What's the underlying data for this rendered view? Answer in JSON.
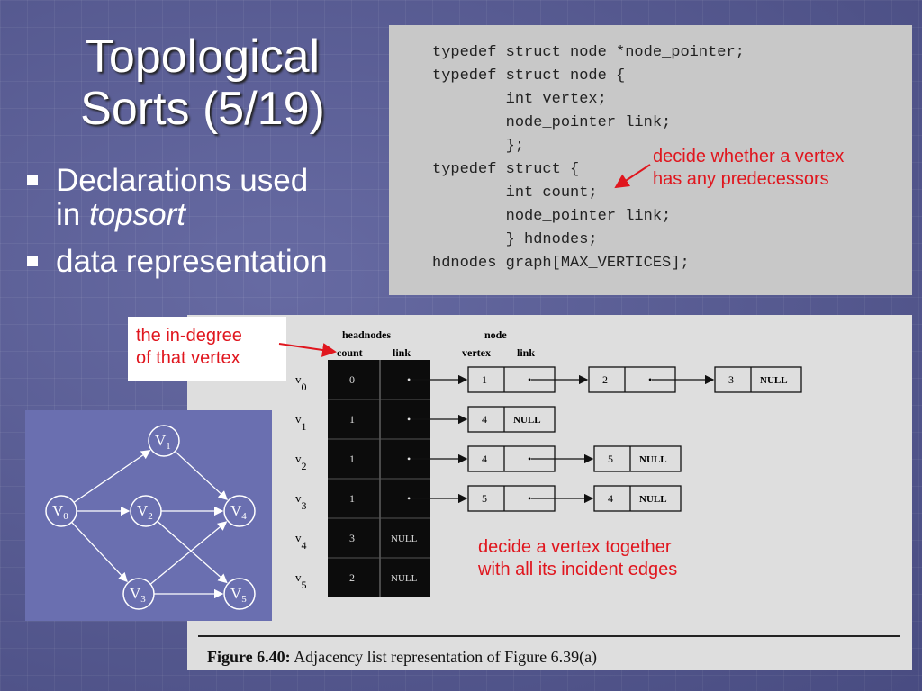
{
  "title": [
    "Topological",
    "Sorts (5/19)"
  ],
  "bullets": {
    "b1_line1": "Declarations used",
    "b1_line2_prefix": "in ",
    "b1_line2_em": "topsort",
    "b2": "data representation"
  },
  "code_lines": [
    "typedef struct node *node_pointer;",
    "typedef struct node {",
    "        int vertex;",
    "        node_pointer link;",
    "        };",
    "typedef struct {",
    "        int count;",
    "        node_pointer link;",
    "        } hdnodes;",
    "hdnodes graph[MAX_VERTICES];"
  ],
  "annotations": {
    "predecessors": [
      "decide whether a vertex",
      "has any predecessors"
    ],
    "in_degree": [
      "the in-degree",
      "of that vertex"
    ],
    "vertex_edges": [
      "decide a vertex together",
      "with all its incident edges"
    ]
  },
  "figure": {
    "headnodes_label": "headnodes",
    "node_label": "node",
    "count_label": "count",
    "link_label": "link",
    "vertex_label": "vertex",
    "caption_bold": "Figure 6.40:",
    "caption_rest": " Adjacency list representation of Figure 6.39(a)",
    "null_text": "NULL",
    "rows": [
      {
        "v": "v",
        "sub": "0",
        "count": "0",
        "link": "•",
        "nodes": [
          {
            "vertex": "1",
            "link": "•"
          },
          {
            "vertex": "2",
            "link": "•"
          },
          {
            "vertex": "3",
            "link": "NULL"
          }
        ]
      },
      {
        "v": "v",
        "sub": "1",
        "count": "1",
        "link": "•",
        "nodes": [
          {
            "vertex": "4",
            "link": "NULL"
          }
        ]
      },
      {
        "v": "v",
        "sub": "2",
        "count": "1",
        "link": "•",
        "nodes": [
          {
            "vertex": "4",
            "link": "•"
          },
          {
            "vertex": "5",
            "link": "NULL"
          }
        ]
      },
      {
        "v": "v",
        "sub": "3",
        "count": "1",
        "link": "•",
        "nodes": [
          {
            "vertex": "5",
            "link": "•"
          },
          {
            "vertex": "4",
            "link": "NULL"
          }
        ]
      },
      {
        "v": "v",
        "sub": "4",
        "count": "3",
        "link": "NULL",
        "nodes": []
      },
      {
        "v": "v",
        "sub": "5",
        "count": "2",
        "link": "NULL",
        "nodes": []
      }
    ]
  },
  "graph": {
    "nodes": [
      {
        "id": "v0",
        "label": "V",
        "sub": "0"
      },
      {
        "id": "v1",
        "label": "V",
        "sub": "1"
      },
      {
        "id": "v2",
        "label": "V",
        "sub": "2"
      },
      {
        "id": "v3",
        "label": "V",
        "sub": "3"
      },
      {
        "id": "v4",
        "label": "V",
        "sub": "4"
      },
      {
        "id": "v5",
        "label": "V",
        "sub": "5"
      }
    ],
    "edges": [
      [
        "v0",
        "v1"
      ],
      [
        "v0",
        "v2"
      ],
      [
        "v0",
        "v3"
      ],
      [
        "v1",
        "v4"
      ],
      [
        "v2",
        "v4"
      ],
      [
        "v2",
        "v5"
      ],
      [
        "v3",
        "v4"
      ],
      [
        "v3",
        "v5"
      ]
    ]
  },
  "colors": {
    "annotation": "#e0161e",
    "background": "#5a5f96",
    "graph_panel": "#6a6fb0",
    "figure_bg": "#dedede",
    "code_bg": "#c8c8c8"
  }
}
